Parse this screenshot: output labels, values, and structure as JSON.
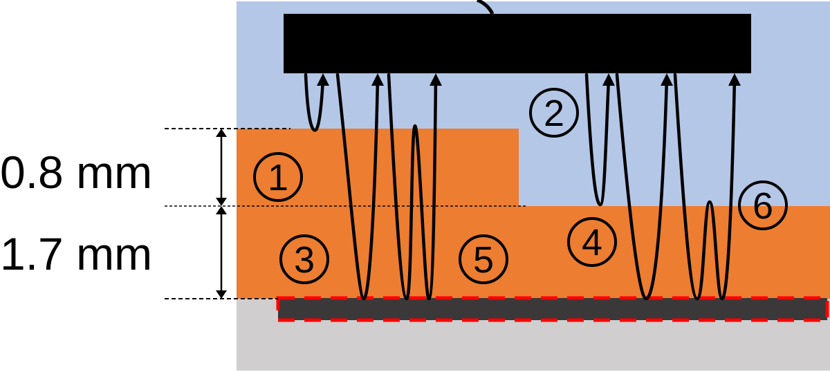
{
  "dimensions": {
    "upper_thickness": "0.8 mm",
    "lower_thickness": "1.7 mm"
  },
  "markers": [
    "1",
    "2",
    "3",
    "4",
    "5",
    "6"
  ],
  "colors": {
    "background_medium": "#b4c7e7",
    "sample_layer": "#ed7d31",
    "substrate": "#d0cece",
    "interface_strip": "#3a3838",
    "highlight_dash": "#ff0000",
    "transducer": "#000000"
  }
}
